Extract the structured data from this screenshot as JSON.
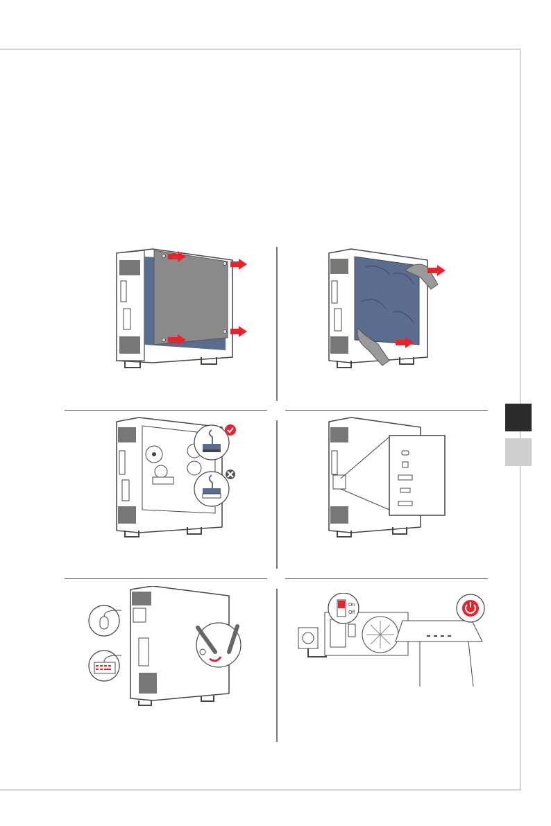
{
  "colors": {
    "accent_red": "#e8232b",
    "frame_gray": "#d4d4d4",
    "tab_dark": "#2b2b2b",
    "tab_light": "#cfcfcf",
    "panel_blue": "#5a6d8e",
    "panel_gray": "#8a8a8a"
  },
  "icons": [
    "arrow-right-icon",
    "check-badge-icon",
    "cross-badge-icon",
    "power-icon",
    "mouse-icon",
    "keyboard-icon",
    "antenna-icon"
  ],
  "panels": [
    {
      "name": "remove-side-panel",
      "arrows": 4
    },
    {
      "name": "remove-protective-film",
      "arrows": 2
    },
    {
      "name": "cable-connection-check"
    },
    {
      "name": "rear-io-ports",
      "ports": 5
    },
    {
      "name": "connect-peripherals-antenna"
    },
    {
      "name": "power-on"
    }
  ],
  "power_switch": {
    "on_label": "On",
    "off_label": "Off"
  }
}
